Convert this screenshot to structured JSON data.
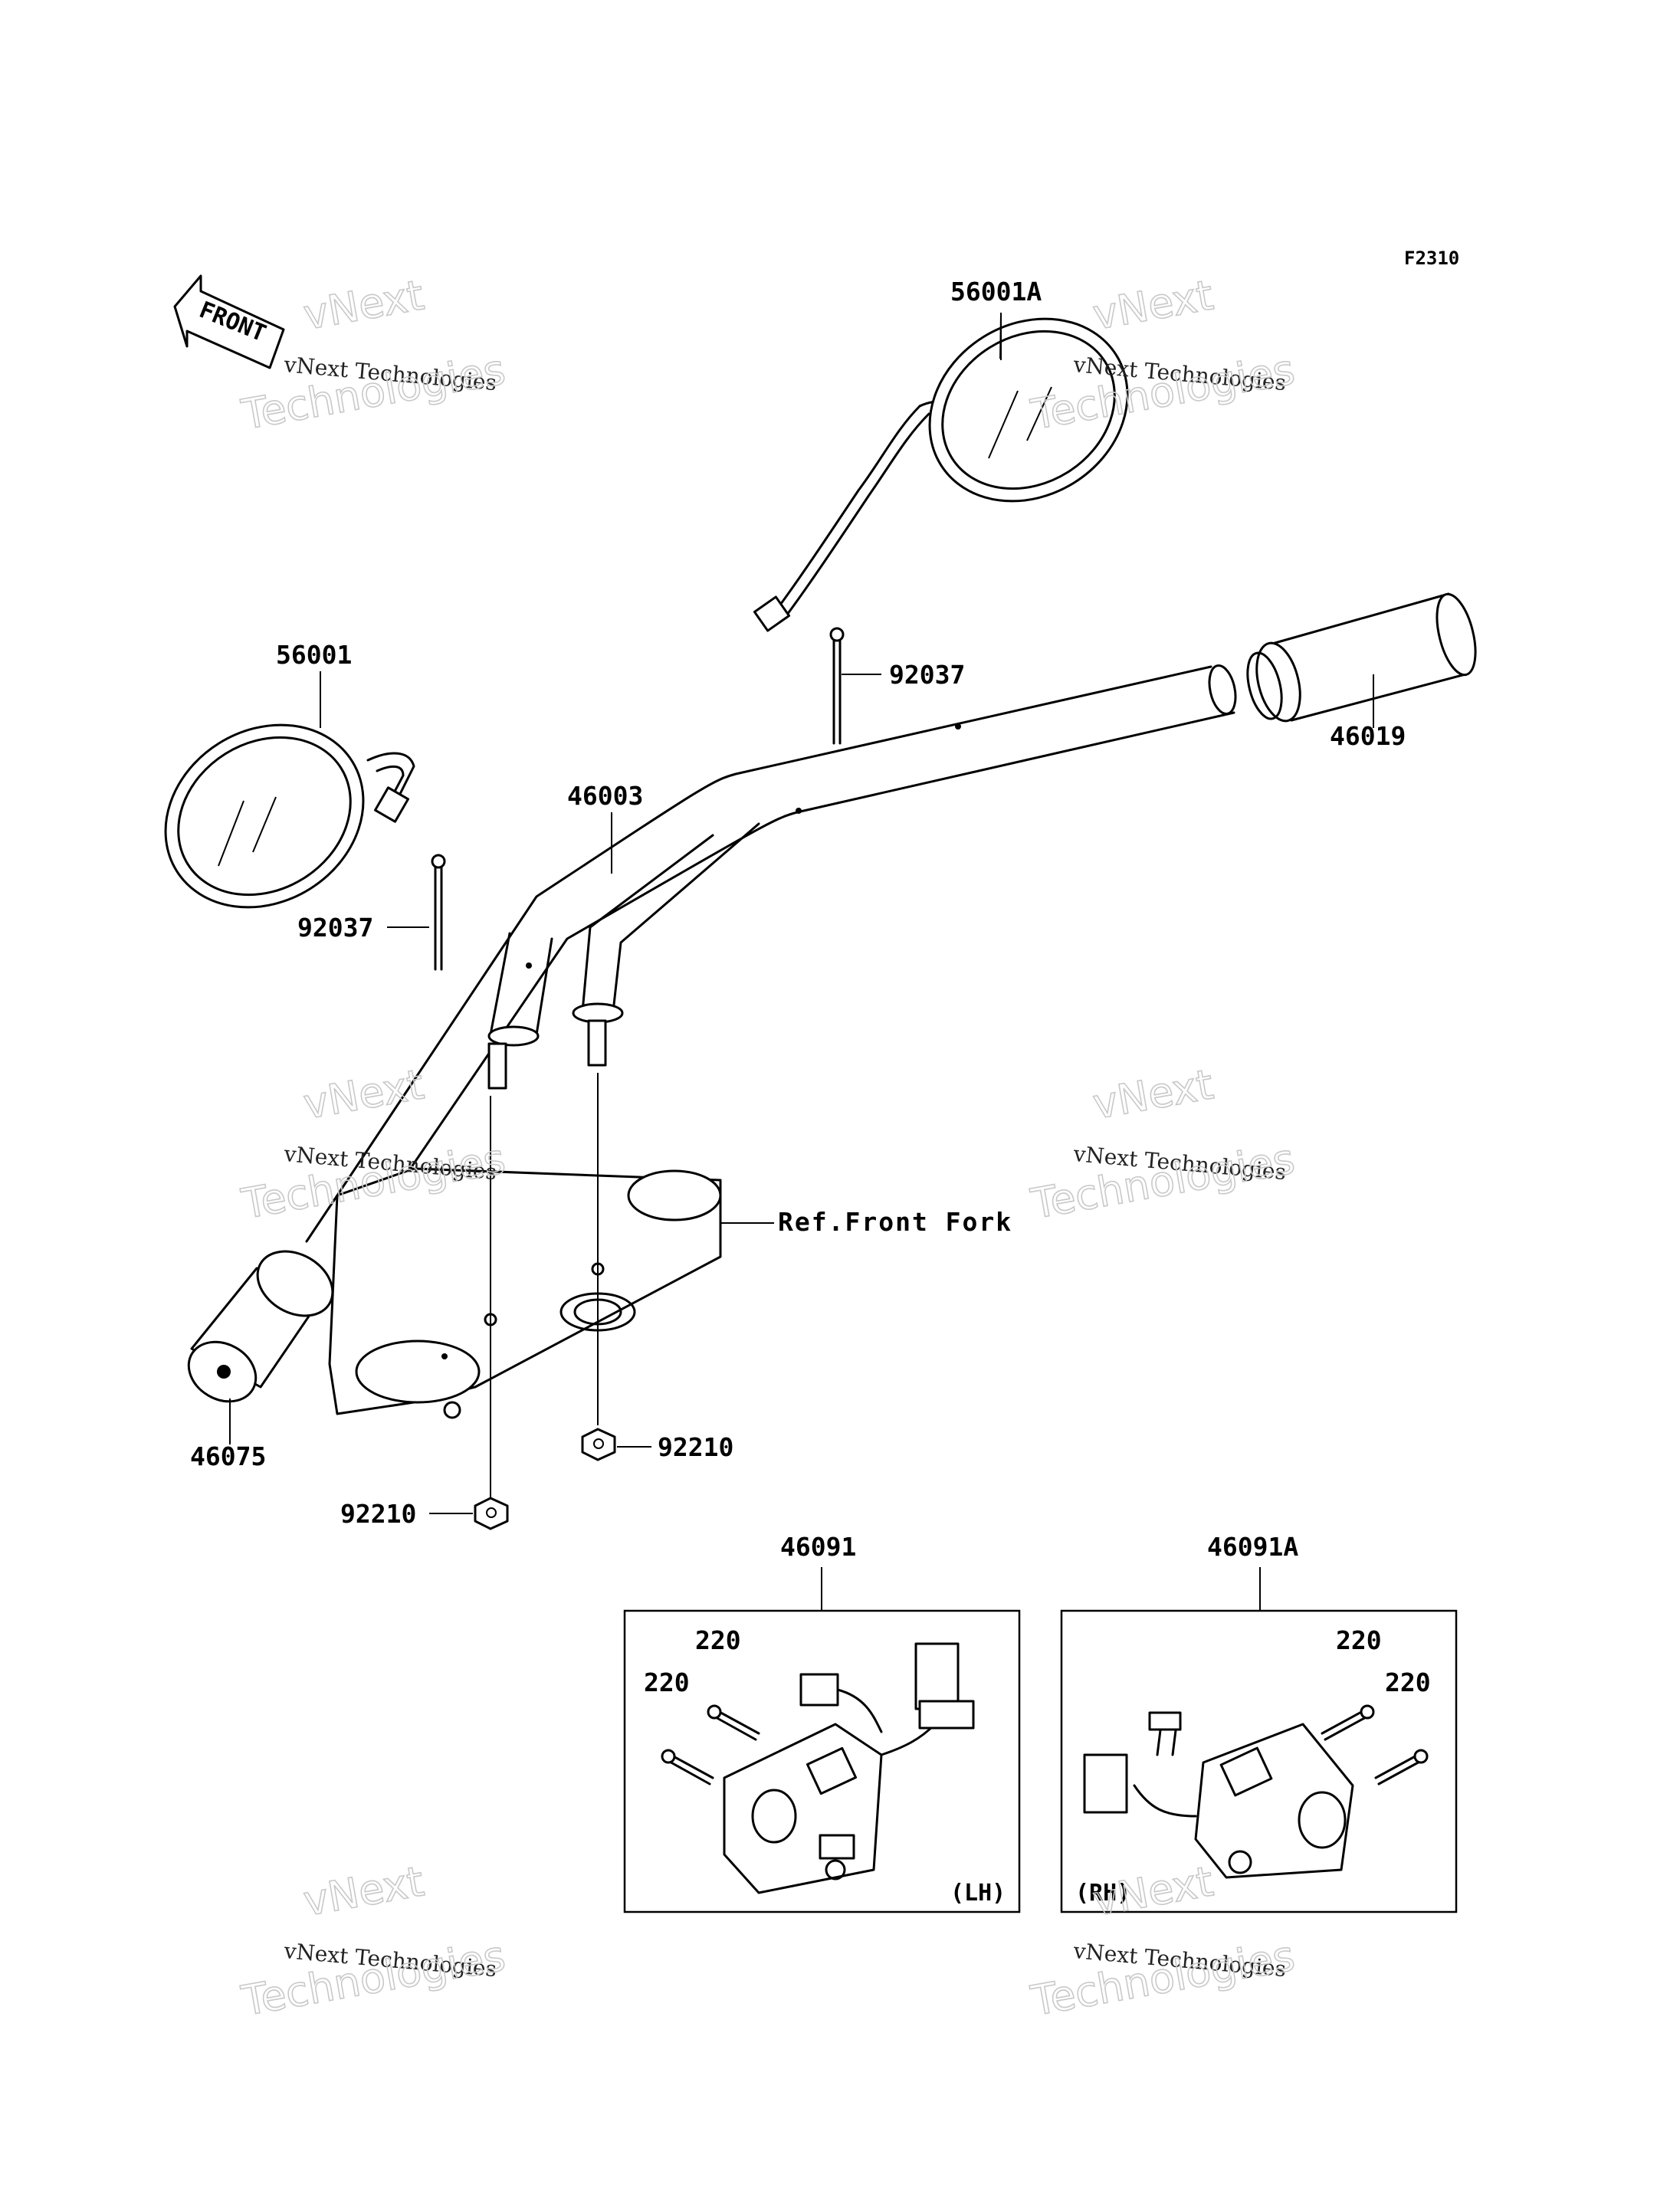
{
  "figure_code": "F2310",
  "front_indicator": "FRONT",
  "reference_label": "Ref.Front Fork",
  "parts": {
    "mirror_right": "56001A",
    "mirror_left": "56001",
    "handlebar": "46003",
    "pin_upper": "92037",
    "pin_lower": "92037",
    "grip_right": "46019",
    "grip_left": "46075",
    "nut_right": "92210",
    "nut_left": "92210",
    "switch_lh": "46091",
    "switch_rh": "46091A",
    "screw_lh_1": "220",
    "screw_lh_2": "220",
    "screw_rh_1": "220",
    "screw_rh_2": "220"
  },
  "side_labels": {
    "lh": "(LH)",
    "rh": "(RH)"
  },
  "watermarks": [
    {
      "line1": "vNext",
      "line2": "vNext Technologies",
      "line3": "Technologies"
    },
    {
      "line1": "vNext",
      "line2": "vNext Technologies",
      "line3": "Technologies"
    },
    {
      "line1": "vNext",
      "line2": "vNext Technologies",
      "line3": "Technologies"
    },
    {
      "line1": "vNext",
      "line2": "vNext Technologies",
      "line3": "Technologies"
    },
    {
      "line1": "vNext",
      "line2": "vNext Technologies",
      "line3": "Technologies"
    },
    {
      "line1": "vNext",
      "line2": "vNext Technologies",
      "line3": "Technologies"
    }
  ]
}
